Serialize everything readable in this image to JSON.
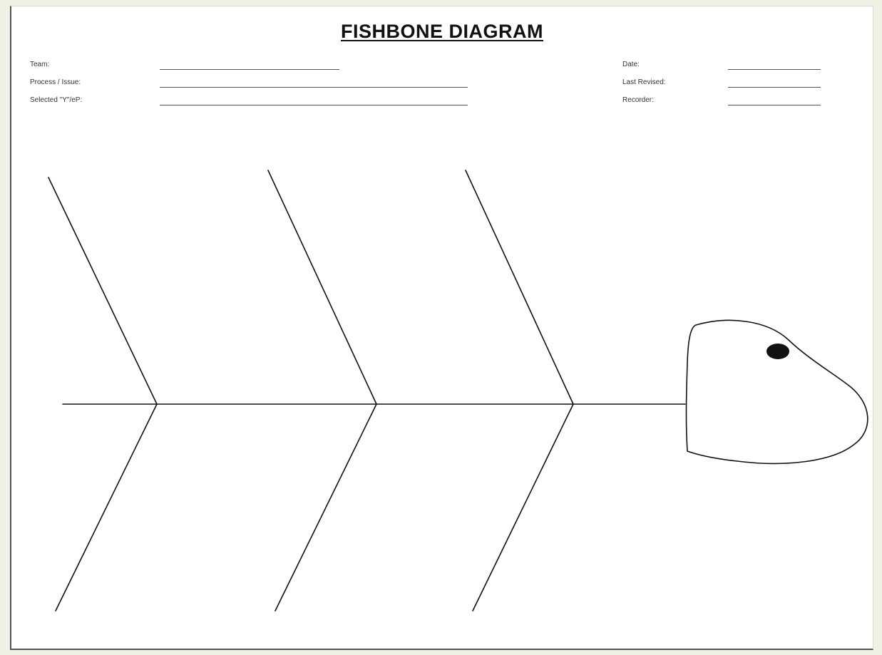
{
  "title": "FISHBONE DIAGRAM",
  "form": {
    "left_fields": [
      {
        "label": "Team:"
      },
      {
        "label": "Process / Issue:"
      },
      {
        "label": "Selected \"Y\"/eP:"
      }
    ],
    "right_fields": [
      {
        "label": "Date:"
      },
      {
        "label": "Last Revised:"
      },
      {
        "label": "Recorder:"
      }
    ]
  },
  "colors": {
    "page_background": "#eef1e4",
    "sheet": "#ffffff",
    "ink": "#111111"
  }
}
